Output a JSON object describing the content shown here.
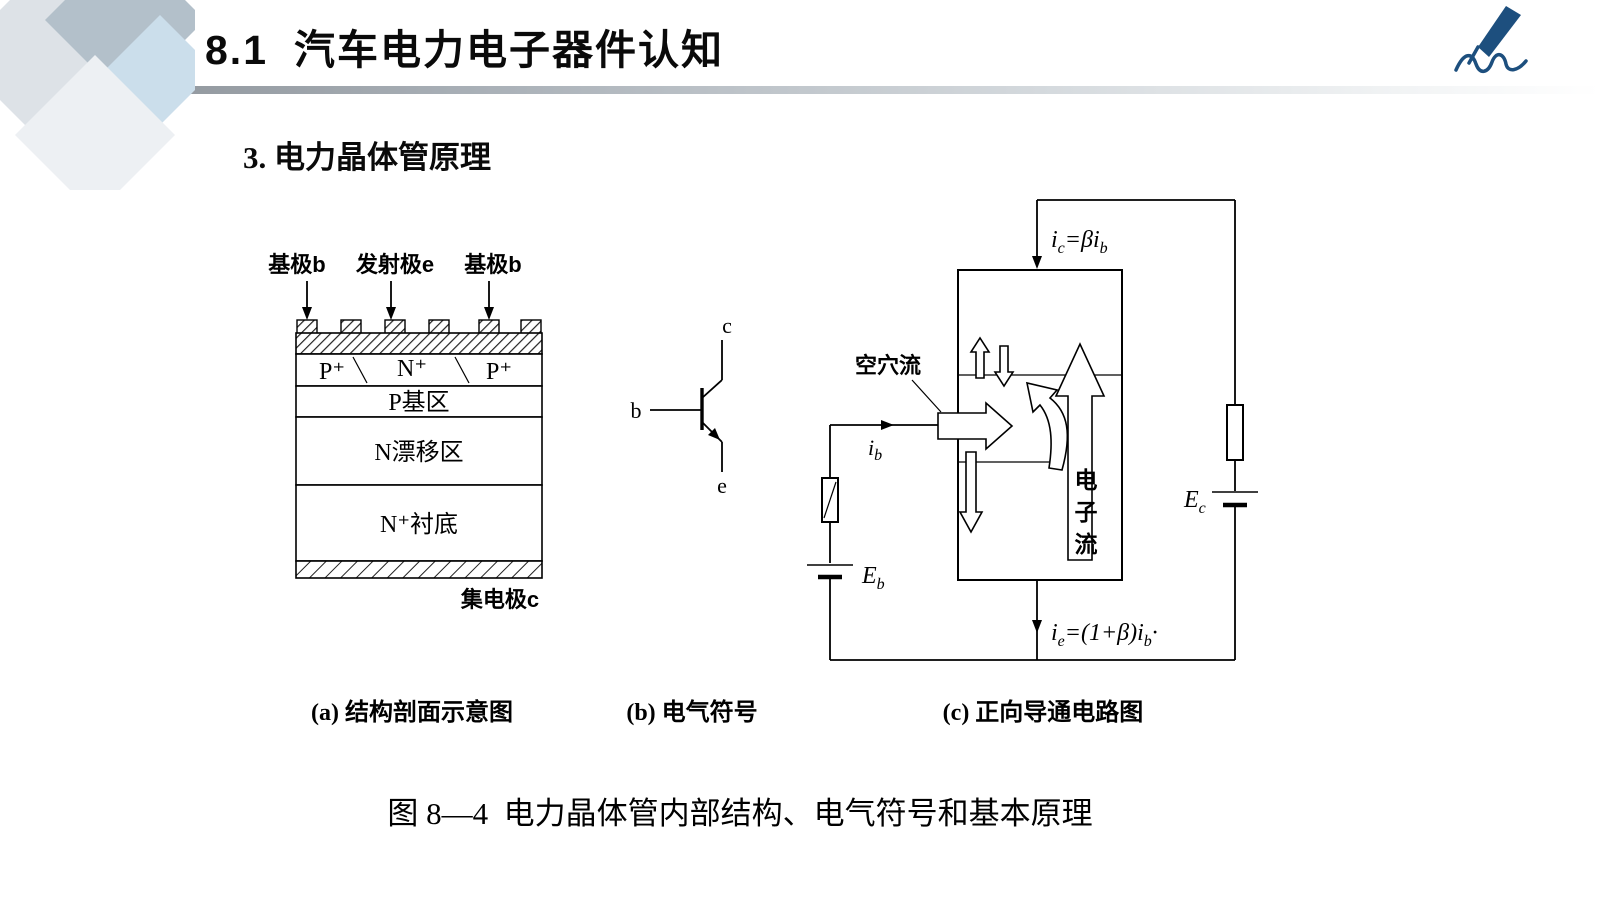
{
  "header": {
    "section_number": "8.1",
    "title": "汽车电力电子器件认知"
  },
  "subtitle": "3. 电力晶体管原理",
  "figure_caption": "图 8—4  电力晶体管内部结构、电气符号和基本原理",
  "colors": {
    "pen_accent": "#1d4f7e",
    "divider_gray": "#878d93"
  },
  "diagram_a": {
    "caption": "(a) 结构剖面示意图",
    "top_labels": {
      "base_left": "基极b",
      "emitter": "发射极e",
      "base_right": "基极b"
    },
    "regions": {
      "p_plus_left": "P⁺",
      "n_plus": "N⁺",
      "p_plus_right": "P⁺",
      "p_base": "P基区",
      "n_drift": "N漂移区",
      "n_substrate": "N⁺衬底"
    },
    "collector_label": "集电极c"
  },
  "diagram_b": {
    "caption": "(b) 电气符号",
    "terminal_c": "c",
    "terminal_b": "b",
    "terminal_e": "e"
  },
  "diagram_c": {
    "caption": "(c) 正向导通电路图",
    "hole_flow_label": "空穴流",
    "label_electron_flow": "电子流",
    "ic_formula": {
      "v1": "i",
      "s1": "c",
      "mid": "=β",
      "v2": "i",
      "s2": "b"
    },
    "ie_formula": {
      "v1": "i",
      "s1": "e",
      "mid": "=(1+β)",
      "v2": "i",
      "s2": "b",
      "end": "·"
    },
    "ib_label": {
      "v": "i",
      "s": "b"
    },
    "eb_label": {
      "v": "E",
      "s": "b"
    },
    "ec_label": {
      "v": "E",
      "s": "c"
    }
  }
}
